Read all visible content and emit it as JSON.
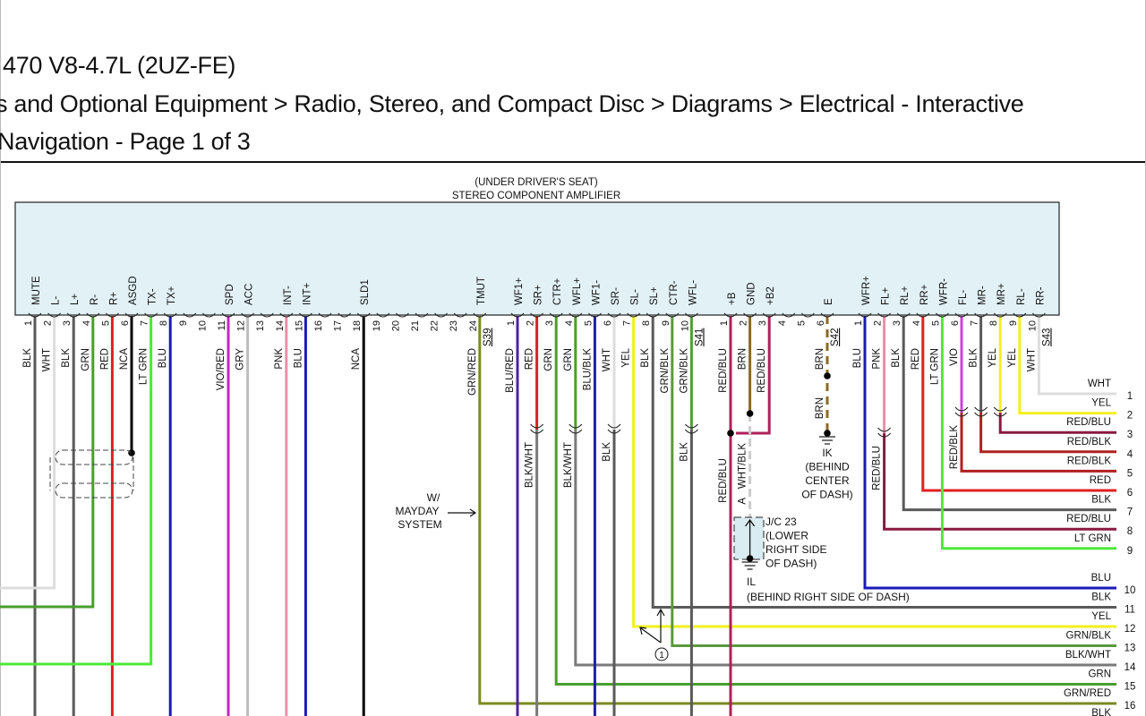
{
  "header": {
    "line1": "470 V8-4.7L (2UZ-FE)",
    "line2": "s and Optional Equipment > Radio, Stereo, and Compact Disc > Diagrams > Electrical - Interactive",
    "line3": "Navigation - Page 1 of 3"
  },
  "component": {
    "location": "(UNDER DRIVER'S SEAT)",
    "name": "STEREO COMPONENT AMPLIFIER"
  },
  "connectors": [
    {
      "id": "S39",
      "pins": [
        {
          "n": "1",
          "name": "MUTE",
          "wire": "BLK",
          "color": "#5a5a5a"
        },
        {
          "n": "2",
          "name": "L-",
          "wire": "WHT",
          "color": "#dddddd",
          "exit": "left"
        },
        {
          "n": "3",
          "name": "L+",
          "wire": "BLK",
          "color": "#5a5a5a"
        },
        {
          "n": "4",
          "name": "R-",
          "wire": "GRN",
          "color": "#4a9e2e",
          "exit": "left"
        },
        {
          "n": "5",
          "name": "R+",
          "wire": "RED",
          "color": "#e02020"
        },
        {
          "n": "6",
          "name": "ASGD",
          "wire": "NCA",
          "color": "#000000",
          "exit": "shield"
        },
        {
          "n": "7",
          "name": "TX-",
          "wire": "LT GRN",
          "color": "#4ee83a",
          "exit": "left"
        },
        {
          "n": "8",
          "name": "TX+",
          "wire": "BLU",
          "color": "#1a1ab8"
        },
        {
          "n": "9"
        },
        {
          "n": "10"
        },
        {
          "n": "11",
          "name": "SPD",
          "wire": "VIO/RED",
          "color": "#c428c0"
        },
        {
          "n": "12",
          "name": "ACC",
          "wire": "GRY",
          "color": "#bdbdbd"
        },
        {
          "n": "13"
        },
        {
          "n": "14",
          "name": "INT-",
          "wire": "PNK",
          "color": "#e890a8"
        },
        {
          "n": "15",
          "name": "INT+",
          "wire": "BLU",
          "color": "#1a1ab8"
        },
        {
          "n": "16"
        },
        {
          "n": "17"
        },
        {
          "n": "18",
          "name": "SLD1",
          "wire": "NCA",
          "color": "#000000"
        },
        {
          "n": "19"
        },
        {
          "n": "20"
        },
        {
          "n": "21"
        },
        {
          "n": "22"
        },
        {
          "n": "23"
        },
        {
          "n": "24",
          "name": "TMUT",
          "wire": "GRN/RED",
          "color": "#7a8a20",
          "row": 16
        }
      ]
    },
    {
      "id": "S41",
      "pins": [
        {
          "n": "1",
          "name": "WF1+",
          "wire": "BLU/RED",
          "color": "#5020a0"
        },
        {
          "n": "2",
          "name": "SR+",
          "wire": "RED",
          "color": "#e02020",
          "splice": {
            "wire": "BLK/WHT",
            "color": "#7a7a7a"
          }
        },
        {
          "n": "3",
          "name": "CTR+",
          "wire": "GRN",
          "color": "#4a9e2e",
          "row": 15
        },
        {
          "n": "4",
          "name": "WFL+",
          "wire": "GRN",
          "color": "#4a9e2e",
          "splice": {
            "wire": "BLK/WHT",
            "color": "#7a7a7a"
          },
          "row": 14
        },
        {
          "n": "5",
          "name": "WF1-",
          "wire": "BLU/BLK",
          "color": "#2020a0"
        },
        {
          "n": "6",
          "name": "SR-",
          "wire": "WHT",
          "color": "#dddddd",
          "splice": {
            "wire": "BLK",
            "color": "#5a5a5a"
          }
        },
        {
          "n": "7",
          "name": "SL-",
          "wire": "YEL",
          "color": "#f2f020",
          "row": 12
        },
        {
          "n": "8",
          "name": "SL+",
          "wire": "BLK",
          "color": "#5a5a5a",
          "row": 11
        },
        {
          "n": "9",
          "name": "CTR-",
          "wire": "GRN/BLK",
          "color": "#5a9a40",
          "row": 13
        },
        {
          "n": "10",
          "name": "WFL-",
          "wire": "GRN/BLK",
          "color": "#5a9a40",
          "splice": {
            "wire": "BLK",
            "color": "#5a5a5a"
          }
        }
      ]
    },
    {
      "id": "S42",
      "pins": [
        {
          "n": "1",
          "name": "+B",
          "wire": "RED/BLU",
          "color": "#b0205a",
          "exit": "custom"
        },
        {
          "n": "2",
          "name": "GND",
          "wire": "BRN",
          "color": "#8a6a20",
          "exit": "custom"
        },
        {
          "n": "3",
          "name": "+B2",
          "wire": "RED/BLU",
          "color": "#b0205a",
          "exit": "custom"
        },
        {
          "n": "4"
        },
        {
          "n": "5"
        },
        {
          "n": "6",
          "name": "E",
          "wire": "BRN",
          "color": "#8a6a20",
          "exit": "custom"
        }
      ]
    },
    {
      "id": "S43",
      "pins": [
        {
          "n": "1",
          "name": "WFR+",
          "wire": "BLU",
          "color": "#1a1ab8",
          "row": 10
        },
        {
          "n": "2",
          "name": "FL+",
          "wire": "PNK",
          "color": "#e890a8",
          "splice": {
            "wire": "RED/BLU",
            "color": "#8a1a40"
          },
          "row": 8
        },
        {
          "n": "3",
          "name": "RL+",
          "wire": "BLK",
          "color": "#5a5a5a",
          "row": 7
        },
        {
          "n": "4",
          "name": "RR+",
          "wire": "RED",
          "color": "#e02020",
          "row": 6
        },
        {
          "n": "5",
          "name": "WFR-",
          "wire": "LT GRN",
          "color": "#4ee83a",
          "row": 9
        },
        {
          "n": "6",
          "name": "FL-",
          "wire": "VIO",
          "color": "#d040e0",
          "splice": {
            "wire": "RED/BLK",
            "color": "#b02020"
          },
          "row": 5
        },
        {
          "n": "7",
          "name": "MR-",
          "wire": "BLK",
          "color": "#5a5a5a",
          "splice": {
            "wire": "",
            "color": "#b02020"
          },
          "row": 4
        },
        {
          "n": "8",
          "name": "MR+",
          "wire": "YEL",
          "color": "#f2f020",
          "splice": {
            "wire": "",
            "color": "#8a1a40"
          },
          "row": 3
        },
        {
          "n": "9",
          "name": "RL-",
          "wire": "YEL",
          "color": "#f2f020",
          "row": 2
        },
        {
          "n": "10",
          "name": "RR-",
          "wire": "WHT",
          "color": "#dddddd",
          "row": 1
        }
      ]
    }
  ],
  "rows": [
    {
      "n": "1",
      "label": "WHT",
      "color": "#dddddd"
    },
    {
      "n": "2",
      "label": "YEL",
      "color": "#f2f020"
    },
    {
      "n": "3",
      "label": "RED/BLU",
      "color": "#8a1a40"
    },
    {
      "n": "4",
      "label": "RED/BLK",
      "color": "#b02020"
    },
    {
      "n": "5",
      "label": "RED/BLK",
      "color": "#b02020"
    },
    {
      "n": "6",
      "label": "RED",
      "color": "#e02020"
    },
    {
      "n": "7",
      "label": "BLK",
      "color": "#5a5a5a"
    },
    {
      "n": "8",
      "label": "RED/BLU",
      "color": "#8a1a40"
    },
    {
      "n": "9",
      "label": "LT GRN",
      "color": "#4ee83a"
    },
    {
      "n": "10",
      "label": "BLU",
      "color": "#1a1ab8"
    },
    {
      "n": "11",
      "label": "BLK",
      "color": "#5a5a5a"
    },
    {
      "n": "12",
      "label": "YEL",
      "color": "#f2f020"
    },
    {
      "n": "13",
      "label": "GRN/BLK",
      "color": "#5a9a40"
    },
    {
      "n": "14",
      "label": "BLK/WHT",
      "color": "#7a7a7a"
    },
    {
      "n": "15",
      "label": "GRN",
      "color": "#4a9e2e"
    },
    {
      "n": "16",
      "label": "GRN/RED",
      "color": "#7a8a20"
    },
    {
      "n": "",
      "label": "BLK",
      "color": "#5a5a5a"
    }
  ],
  "annotations": {
    "mayday": [
      "W/",
      "MAYDAY",
      "SYSTEM"
    ],
    "s42_pin1_lower": "RED/BLU",
    "s42_dash_wire": "WHT/BLK",
    "s42_pin6_lower": "BRN",
    "jc_pin": "A",
    "jc": [
      "J/C 23",
      "(LOWER",
      "RIGHT SIDE",
      "OF DASH)"
    ],
    "ik": [
      "IK",
      "(BEHIND",
      "CENTER",
      "OF DASH)"
    ],
    "il": [
      "IL",
      "(BEHIND RIGHT SIDE OF DASH)"
    ],
    "callout": "1"
  }
}
